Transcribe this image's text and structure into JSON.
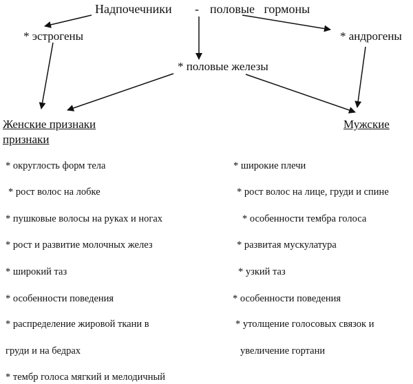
{
  "diagram": {
    "title_left": "Надпочечники",
    "title_dash": "-",
    "title_right": "половые   гормоны",
    "estrogens": "* эстрогены",
    "androgens": "* андрогены",
    "gonads": "* половые железы",
    "female_heading_line1": "Женские признаки",
    "female_heading_line2": "признаки",
    "male_heading": "Мужские"
  },
  "female_traits": [
    "* округлость форм тела",
    "* рост волос на лобке",
    "* пушковые волосы на руках и ногах",
    "* рост и развитие молочных желез",
    "* широкий таз",
    "* особенности поведения",
    "* распределение жировой ткани в",
    "груди и на бедрах",
    "* тембр голоса мягкий и мелодичный"
  ],
  "male_traits": [
    "* широкие плечи",
    "* рост волос на лице, груди и спине",
    "* особенности тембра голоса",
    "* развитая мускулатура",
    "* узкий таз",
    "* особенности поведения",
    "* утолщение голосовых связок и",
    "увеличение гортани"
  ]
}
